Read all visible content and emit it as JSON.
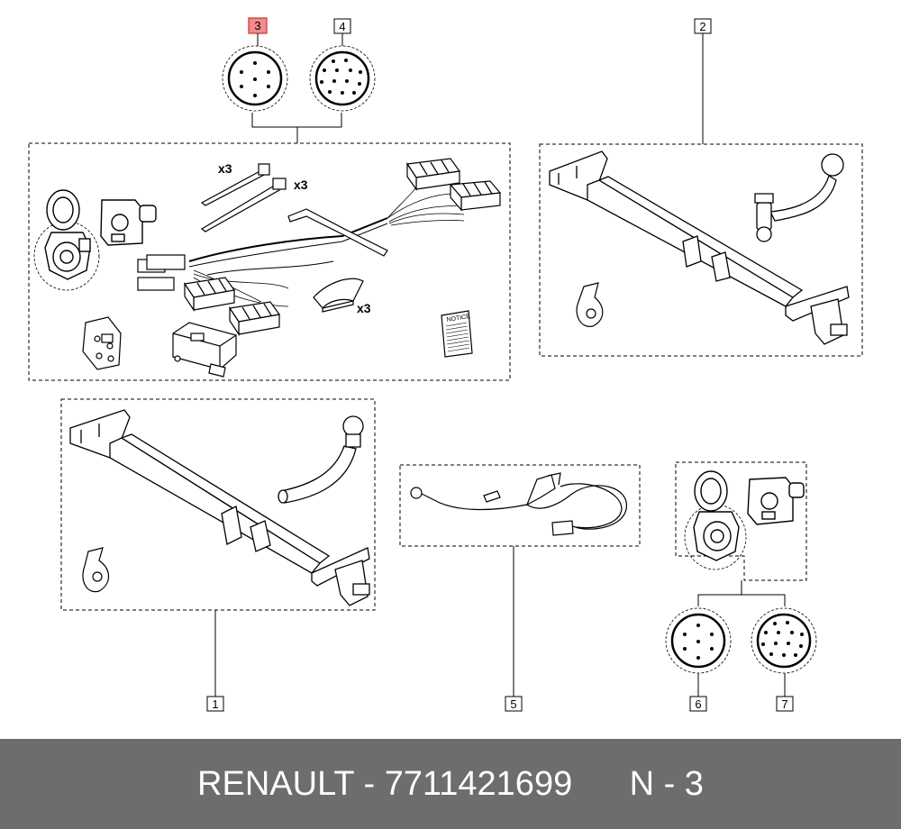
{
  "footer": {
    "brand": "RENAULT",
    "separator": " - ",
    "part_number": "7711421699",
    "position_code": "N - 3"
  },
  "callouts": [
    {
      "number": "1",
      "highlighted": false
    },
    {
      "number": "2",
      "highlighted": false
    },
    {
      "number": "3",
      "highlighted": true
    },
    {
      "number": "4",
      "highlighted": false
    },
    {
      "number": "5",
      "highlighted": false
    },
    {
      "number": "6",
      "highlighted": false
    },
    {
      "number": "7",
      "highlighted": false
    }
  ],
  "quantity_labels": [
    "x3",
    "x3",
    "x3"
  ],
  "notice_text": "NOTICE",
  "colors": {
    "highlight_fill": "#f28b8b",
    "highlight_stroke": "#d03030",
    "footer_background": "#6d6d6d",
    "footer_text": "#ffffff",
    "line": "#000000"
  }
}
